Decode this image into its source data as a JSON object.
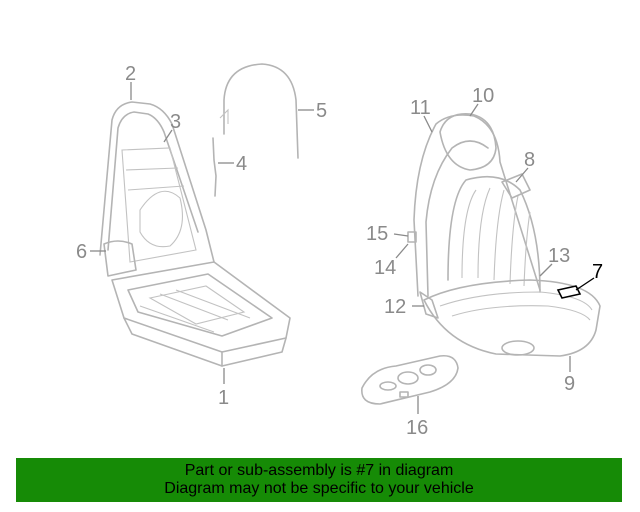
{
  "diagram": {
    "callouts": [
      {
        "id": "c1",
        "text": "1"
      },
      {
        "id": "c2",
        "text": "2"
      },
      {
        "id": "c3",
        "text": "3"
      },
      {
        "id": "c4",
        "text": "4"
      },
      {
        "id": "c5",
        "text": "5"
      },
      {
        "id": "c6",
        "text": "6"
      },
      {
        "id": "c7",
        "text": "7"
      },
      {
        "id": "c8",
        "text": "8"
      },
      {
        "id": "c9",
        "text": "9"
      },
      {
        "id": "c10",
        "text": "10"
      },
      {
        "id": "c11",
        "text": "11"
      },
      {
        "id": "c12",
        "text": "12"
      },
      {
        "id": "c13",
        "text": "13"
      },
      {
        "id": "c14",
        "text": "14"
      },
      {
        "id": "c15",
        "text": "15"
      },
      {
        "id": "c16",
        "text": "16"
      }
    ],
    "highlighted_part": "7",
    "colors": {
      "highlight": "#000000",
      "lineart": "#b4b4b4",
      "label": "#8a8a8a"
    }
  },
  "footer": {
    "line1": "Part or sub-assembly is #7 in diagram",
    "line2": "Diagram may not be specific to your vehicle",
    "background": "#168b06"
  }
}
